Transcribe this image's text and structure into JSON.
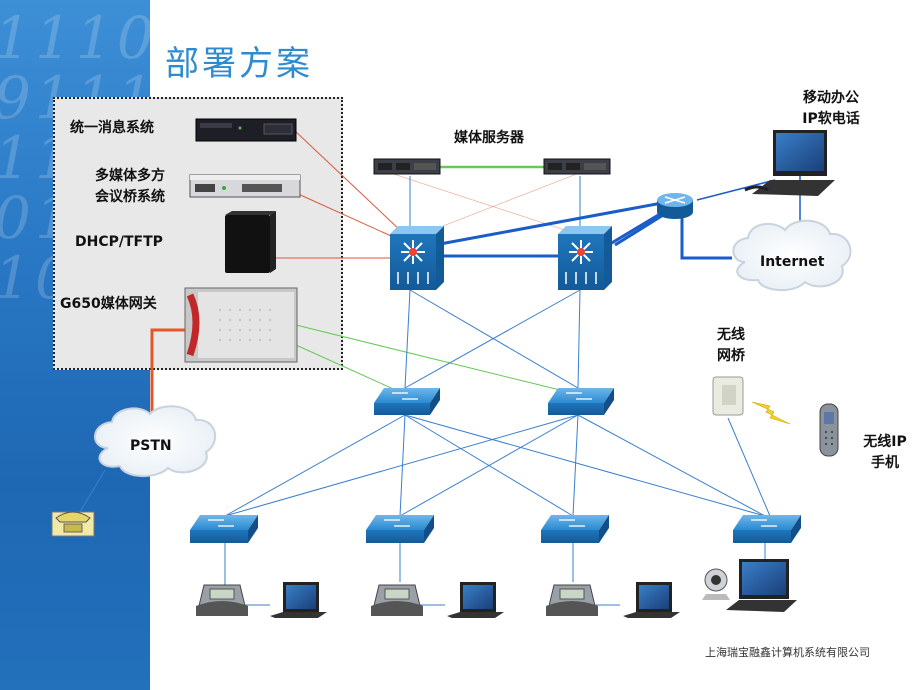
{
  "slide": {
    "title": "部署方案",
    "footer": "上海瑞宝融鑫计算机系统有限公司"
  },
  "labels": {
    "unified_messaging": "统一消息系统",
    "multimedia_conf_line1": "多媒体多方",
    "multimedia_conf_line2": "会议桥系统",
    "dhcp_tftp": "DHCP/TFTP",
    "g650_gateway": "G650媒体网关",
    "media_servers": "媒体服务器",
    "mobile_office_line1": "移动办公",
    "mobile_office_line2": "IP软电话",
    "internet": "Internet",
    "pstn": "PSTN",
    "wireless_bridge_line1": "无线",
    "wireless_bridge_line2": "网桥",
    "wireless_ip_line1": "无线IP",
    "wireless_ip_line2": "手机"
  },
  "colors": {
    "sidebar": "#2a79c6",
    "title": "#2e8bd0",
    "link_blue": "#3a7fd0",
    "link_thick": "#1a5cc8",
    "link_red": "#d85a3a",
    "link_green": "#66c855",
    "switch_fill": "#2a8ad0",
    "group_bg": "#e8e8e8"
  },
  "icons": [
    "router-icon",
    "layer3-switch-icon",
    "switch-icon",
    "server-icon",
    "ip-phone-icon",
    "computer-icon",
    "cloud-icon",
    "wireless-bridge-icon",
    "mobile-phone-icon",
    "telephone-icon",
    "webcam-icon"
  ]
}
